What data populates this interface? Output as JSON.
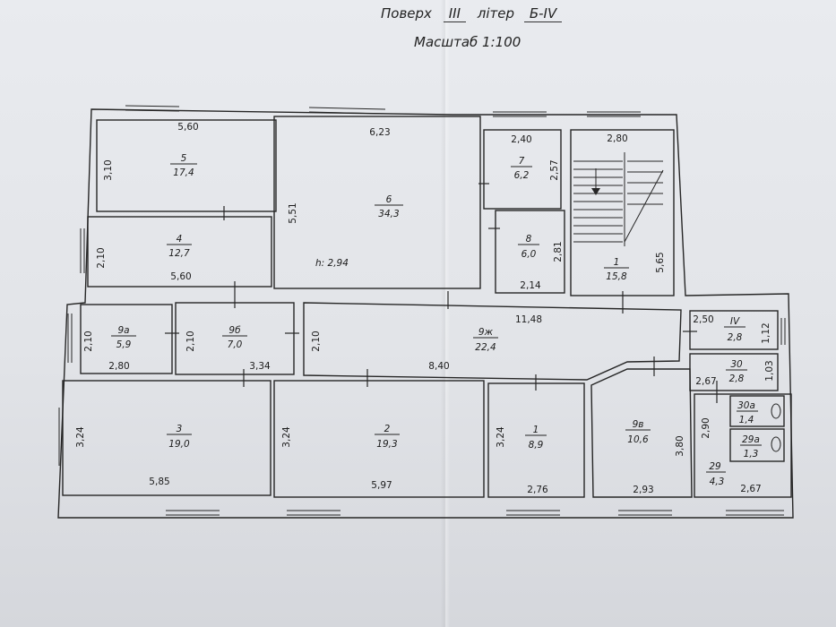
{
  "header": {
    "floor_label": "Поверх",
    "floor_value": "III",
    "liter_label": "літер",
    "liter_value": "Б-IV",
    "scale": "Масштаб 1:100"
  },
  "rooms": [
    {
      "id": "room-5",
      "number": "5",
      "area": "17,4"
    },
    {
      "id": "room-6",
      "number": "6",
      "area": "34,3"
    },
    {
      "id": "room-7",
      "number": "7",
      "area": "6,2"
    },
    {
      "id": "room-8",
      "number": "8",
      "area": "6,0"
    },
    {
      "id": "room-4",
      "number": "4",
      "area": "12,7"
    },
    {
      "id": "room-1-stair",
      "number": "1",
      "area": "15,8"
    },
    {
      "id": "room-9a",
      "number": "9а",
      "area": "5,9"
    },
    {
      "id": "room-9b",
      "number": "9б",
      "area": "7,0"
    },
    {
      "id": "room-9zh",
      "number": "9ж",
      "area": "22,4"
    },
    {
      "id": "room-iv",
      "number": "IV",
      "area": "2,8"
    },
    {
      "id": "room-30",
      "number": "30",
      "area": "2,8"
    },
    {
      "id": "room-30a",
      "number": "30а",
      "area": "1,4"
    },
    {
      "id": "room-29a",
      "number": "29а",
      "area": "1,3"
    },
    {
      "id": "room-29",
      "number": "29",
      "area": "4,3"
    },
    {
      "id": "room-3",
      "number": "3",
      "area": "19,0"
    },
    {
      "id": "room-2",
      "number": "2",
      "area": "19,3"
    },
    {
      "id": "room-1",
      "number": "1",
      "area": "8,9"
    },
    {
      "id": "room-9v",
      "number": "9в",
      "area": "10,6"
    }
  ],
  "ceiling_height": "h: 2,94",
  "dimensions": [
    "5,60",
    "3,10",
    "6,23",
    "5,51",
    "2,40",
    "2,57",
    "2,80",
    "2,81",
    "2,14",
    "5,65",
    "2,10",
    "5,60",
    "11,48",
    "2,50",
    "1,12",
    "2,10",
    "2,80",
    "2,10",
    "3,34",
    "2,10",
    "8,40",
    "1,03",
    "2,67",
    "3,24",
    "3,24",
    "3,24",
    "3,80",
    "2,90",
    "5,85",
    "5,97",
    "2,76",
    "2,93",
    "2,67"
  ]
}
